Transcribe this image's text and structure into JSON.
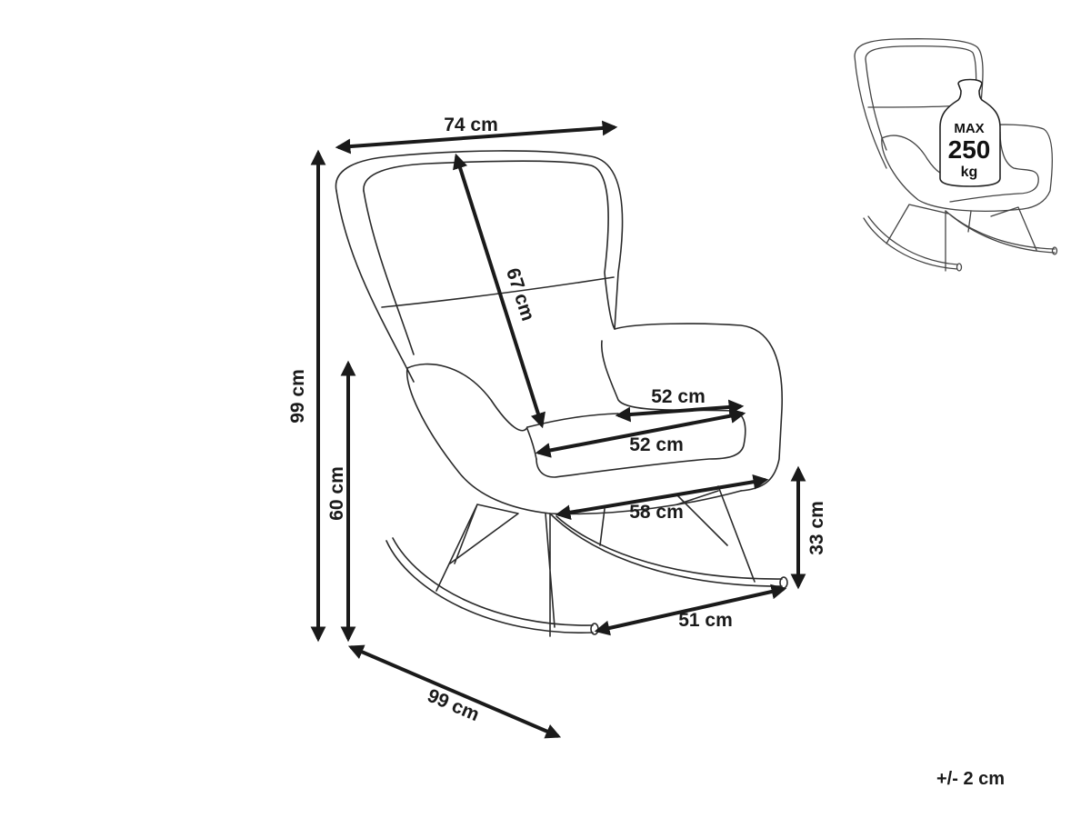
{
  "dimensions": {
    "width": "74 cm",
    "backrest": "67 cm",
    "total_height": "99 cm",
    "seat_height": "60 cm",
    "seat_width_back": "52 cm",
    "seat_width_front": "52 cm",
    "seat_front": "58 cm",
    "rocker_height": "33 cm",
    "rocker_span": "51 cm",
    "depth": "99 cm"
  },
  "load_badge": {
    "max": "MAX",
    "value": "250",
    "unit": "kg"
  },
  "tolerance": "+/- 2 cm"
}
